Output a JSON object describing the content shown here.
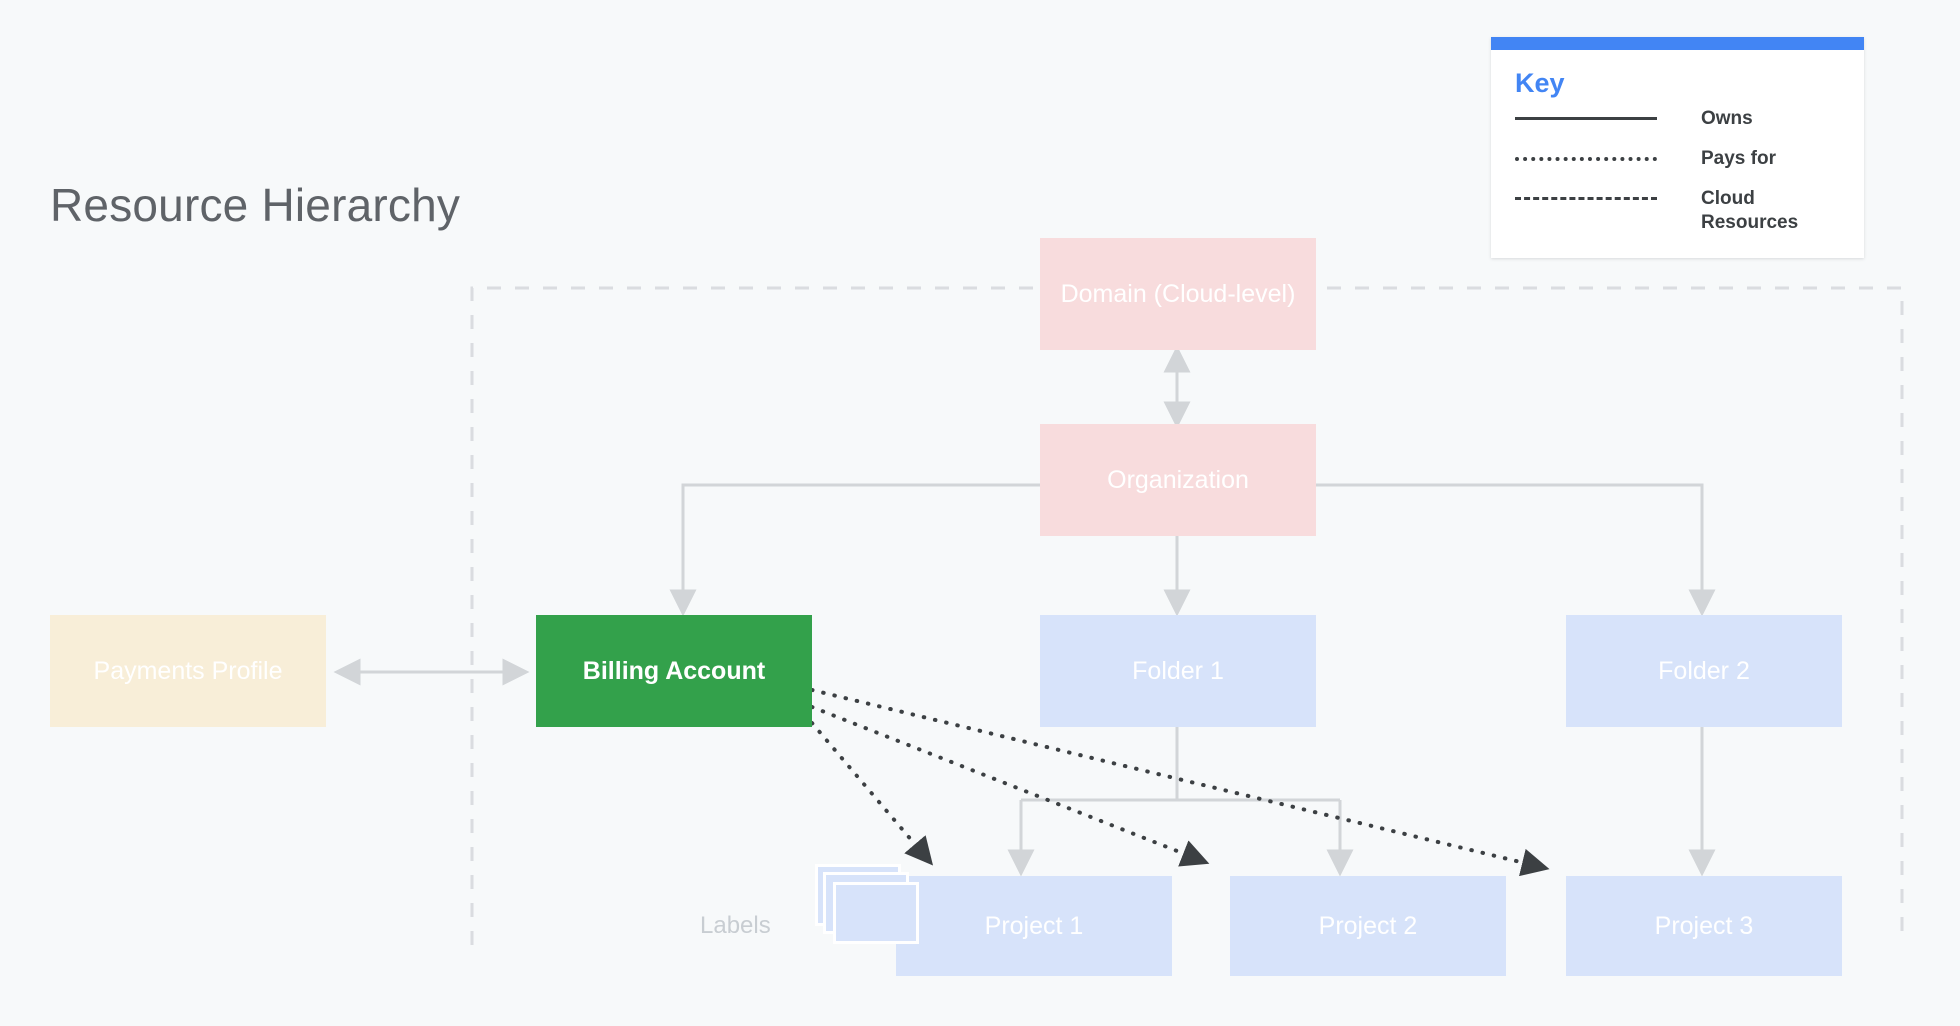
{
  "page": {
    "title": "Resource Hierarchy",
    "background_color": "#f7f9fa",
    "title_color": "#5f6368"
  },
  "key": {
    "title": "Key",
    "accent_color": "#4285f4",
    "items": [
      {
        "style": "solid",
        "label": "Owns"
      },
      {
        "style": "dotted",
        "label": "Pays for"
      },
      {
        "style": "dashed",
        "label": "Cloud Resources"
      }
    ]
  },
  "nodes": {
    "domain": {
      "label": "Domain (Cloud-level)",
      "color": "#f8dcdd"
    },
    "organization": {
      "label": "Organization",
      "color": "#f8dcdd"
    },
    "payments_profile": {
      "label": "Payments Profile",
      "color": "#f8eed8"
    },
    "billing_account": {
      "label": "Billing Account",
      "color": "#33a14b"
    },
    "folder1": {
      "label": "Folder 1",
      "color": "#d7e3fa"
    },
    "folder2": {
      "label": "Folder 2",
      "color": "#d7e3fa"
    },
    "project1": {
      "label": "Project 1",
      "color": "#d7e3fa"
    },
    "project2": {
      "label": "Project 2",
      "color": "#d7e3fa"
    },
    "project3": {
      "label": "Project 3",
      "color": "#d7e3fa"
    },
    "labels": {
      "label": "Labels",
      "color": "#d7e3fa"
    }
  },
  "edges": {
    "owns_color": "#d2d5d8",
    "pays_for_color": "#3c4043",
    "cloud_boundary_color": "#dadce0",
    "list": [
      {
        "from": "domain",
        "to": "organization",
        "type": "owns",
        "bidirectional": true
      },
      {
        "from": "payments_profile",
        "to": "billing_account",
        "type": "owns",
        "bidirectional": true
      },
      {
        "from": "organization",
        "to": "billing_account",
        "type": "owns"
      },
      {
        "from": "organization",
        "to": "folder1",
        "type": "owns"
      },
      {
        "from": "organization",
        "to": "folder2",
        "type": "owns"
      },
      {
        "from": "folder1",
        "to": "project1",
        "type": "owns"
      },
      {
        "from": "folder1",
        "to": "project2",
        "type": "owns"
      },
      {
        "from": "folder2",
        "to": "project3",
        "type": "owns"
      },
      {
        "from": "billing_account",
        "to": "project1",
        "type": "pays_for"
      },
      {
        "from": "billing_account",
        "to": "project2",
        "type": "pays_for"
      },
      {
        "from": "billing_account",
        "to": "project3",
        "type": "pays_for"
      }
    ]
  }
}
